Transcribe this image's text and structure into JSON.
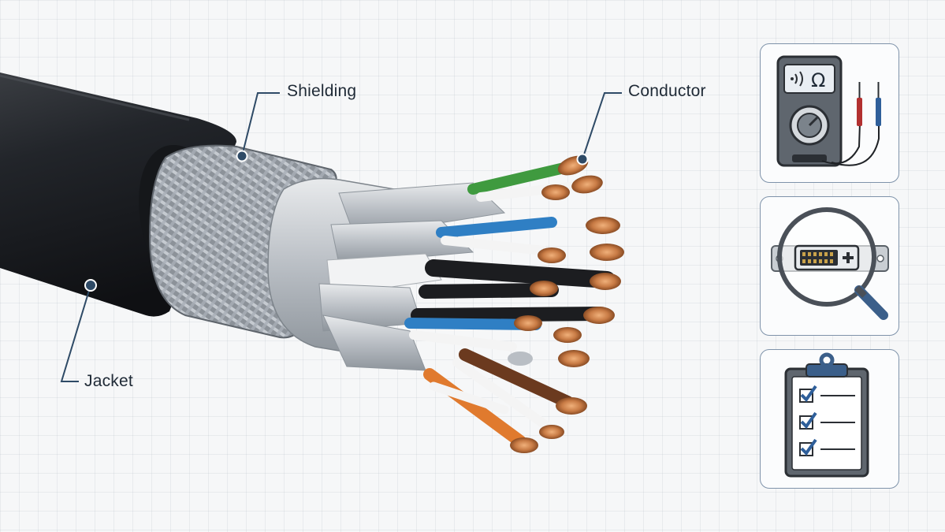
{
  "labels": {
    "shielding": "Shielding",
    "conductor": "Conductor",
    "jacket": "Jacket"
  },
  "multimeter": {
    "display_symbol": "Ω"
  },
  "icons": [
    "multimeter-icon",
    "connector-inspection-icon",
    "checklist-icon"
  ],
  "colors": {
    "callout_line": "#2e4a66",
    "card_border": "#7f93aa",
    "accent_blue": "#3b5f8a",
    "copper": "#c47a47",
    "jacket": "#1a1c1f"
  }
}
